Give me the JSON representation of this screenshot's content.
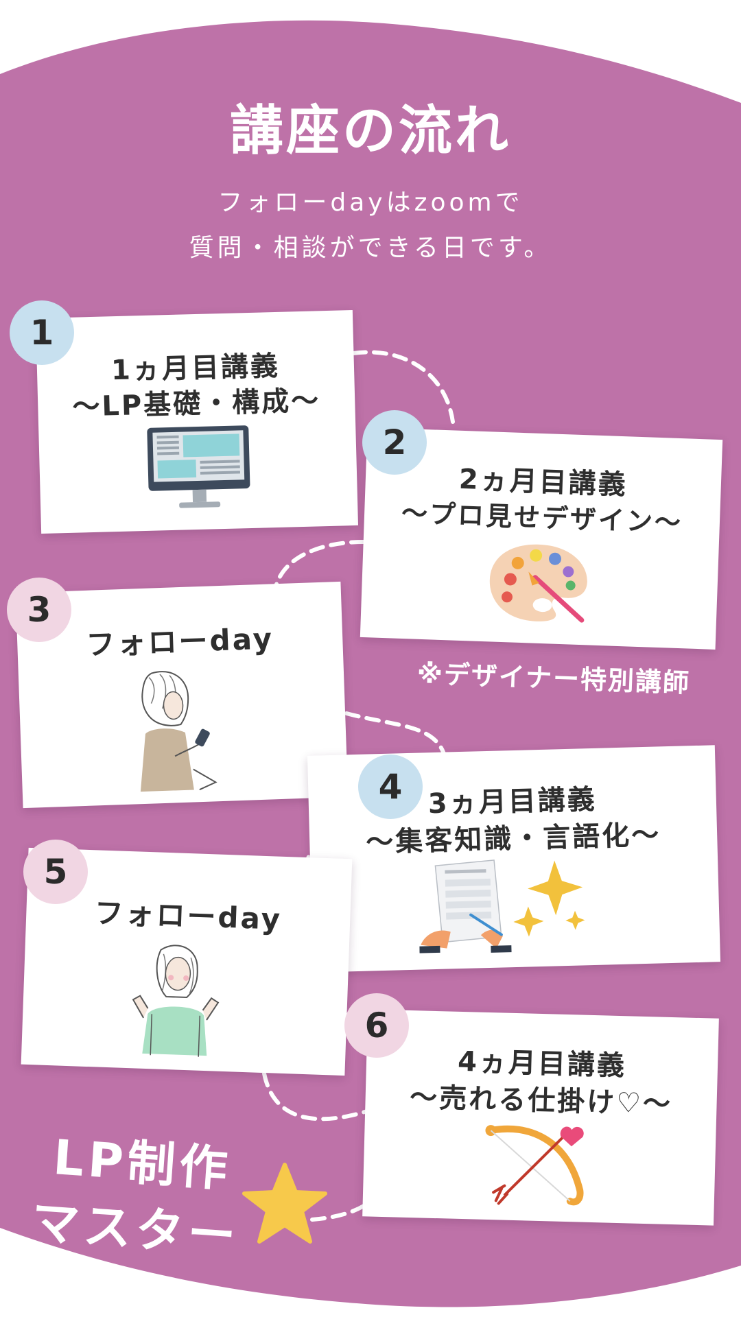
{
  "header": {
    "title": "講座の流れ",
    "subtitle_line1": "フォローdayはzoomで",
    "subtitle_line2": "質問・相談ができる日です。"
  },
  "steps": [
    {
      "number": "1",
      "line1": "1ヵ月目講義",
      "line2": "〜LP基礎・構成〜",
      "illustration": "monitor-icon"
    },
    {
      "number": "2",
      "line1": "2ヵ月目講義",
      "line2": "〜プロ見せデザイン〜",
      "illustration": "palette-icon",
      "note": "※デザイナー特別講師"
    },
    {
      "number": "3",
      "line1": "フォローday",
      "illustration": "woman-with-phone-illustration"
    },
    {
      "number": "4",
      "line1": "3ヵ月目講義",
      "line2": "〜集客知識・言語化〜",
      "illustration": "application-form-sparkles-icon"
    },
    {
      "number": "5",
      "line1": "フォローday",
      "illustration": "woman-thumbs-up-illustration"
    },
    {
      "number": "6",
      "line1": "4ヵ月目講義",
      "line2": "〜売れる仕掛け♡〜",
      "illustration": "cupid-bow-icon"
    }
  ],
  "goal": {
    "line1": "LP制作",
    "line2": "マスター",
    "icon": "star-icon"
  },
  "colors": {
    "background": "#be72a8",
    "card": "#ffffff",
    "badge_blue": "#c7e0ef",
    "badge_pink": "#f1d6e3",
    "star": "#f7c94b",
    "text_dark": "#2e2e2e"
  }
}
